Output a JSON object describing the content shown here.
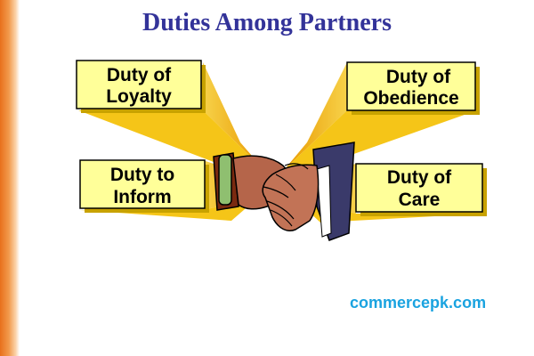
{
  "title": "Duties Among Partners",
  "boxes": [
    {
      "line1": "Duty of",
      "line2": "Loyalty"
    },
    {
      "line1": "Duty of",
      "line2": "Obedience"
    },
    {
      "line1": "Duty to",
      "line2": "Inform"
    },
    {
      "line1": "Duty of",
      "line2": "Care"
    }
  ],
  "watermark": "commercepk.com",
  "colors": {
    "box_fill": "#ffff99",
    "box_shadow": "#c8a200",
    "ray": "#f0b400",
    "title": "#333399",
    "watermark": "#1aa3e0",
    "left_sleeve": "#7a2a10",
    "right_sleeve": "#3a3a6a",
    "skin": "#b5654a"
  },
  "center_icon": "handshake-icon"
}
